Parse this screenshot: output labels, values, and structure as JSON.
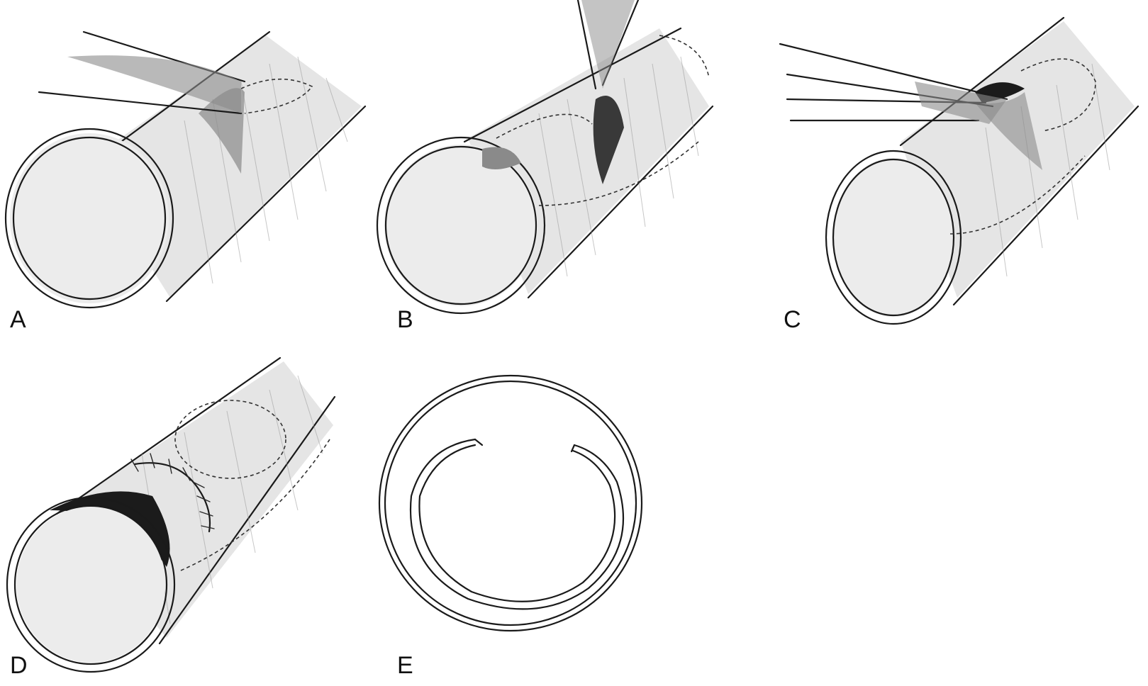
{
  "panels": [
    {
      "id": "A",
      "label": "A"
    },
    {
      "id": "B",
      "label": "B"
    },
    {
      "id": "C",
      "label": "C"
    },
    {
      "id": "D",
      "label": "D"
    },
    {
      "id": "E",
      "label": "E"
    }
  ],
  "colors": {
    "ink": "#1a1a1a",
    "shade": "#cfcfcf",
    "background": "#ffffff"
  },
  "icons": {
    "tube": "vessel-tube-icon",
    "instrument": "forceps-icon",
    "ring": "split-ring-icon"
  }
}
